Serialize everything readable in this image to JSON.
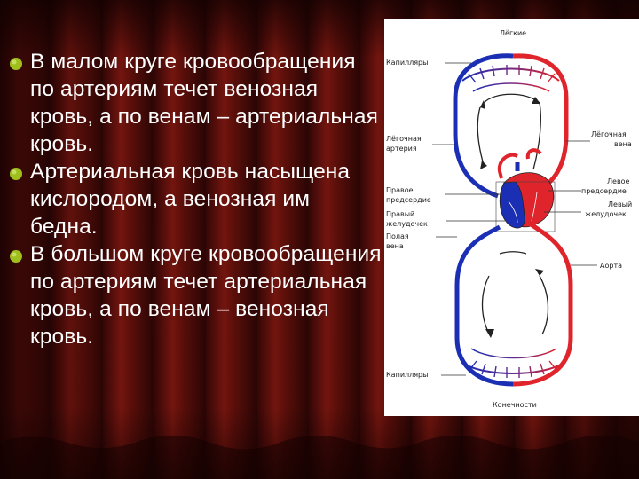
{
  "slide": {
    "bullets": [
      {
        "text": "В малом круге кровообращения по артериям течет венозная кровь, а по венам – артериальная кровь."
      },
      {
        "text": "Артериальная кровь насыщена кислородом, а венозная им бедна."
      },
      {
        "text": "В большом круге кровообращения по артериям течет артериальная кровь, а по венам – венозная кровь."
      }
    ]
  },
  "diagram": {
    "labels": {
      "lungs": "Лёгкие",
      "capillaries_top": "Капилляры",
      "pulmonary_artery_1": "Лёгочная",
      "pulmonary_artery_2": "артерия",
      "pulmonary_vein_1": "Лёгочная",
      "pulmonary_vein_2": "вена",
      "right_atrium_1": "Правое",
      "right_atrium_2": "предсердие",
      "right_ventricle_1": "Правый",
      "right_ventricle_2": "желудочек",
      "vena_cava_1": "Полая",
      "vena_cava_2": "вена",
      "left_atrium_1": "Левое",
      "left_atrium_2": "предсердие",
      "left_ventricle_1": "Левый",
      "left_ventricle_2": "желудочек",
      "aorta": "Аорта",
      "capillaries_bottom": "Капилляры",
      "limbs": "Конечности"
    },
    "colors": {
      "arterial": "#e0242c",
      "venous": "#1b2fb4"
    }
  },
  "theme": {
    "bullet_color": "#9fbf1d",
    "curtain_dark": "#2a0504",
    "curtain_light": "#8c1a12"
  }
}
